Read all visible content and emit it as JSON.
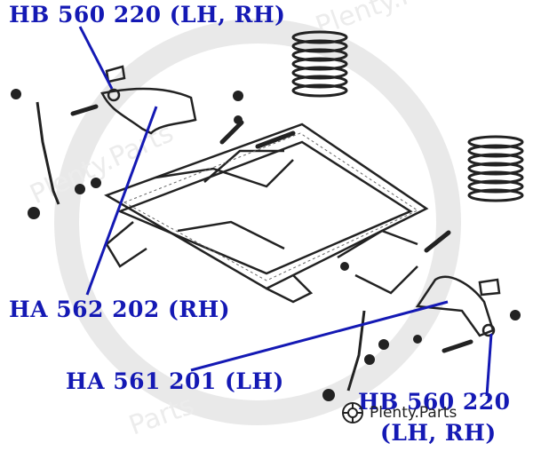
{
  "colors": {
    "label": "#1419b4",
    "line": "#1419b4",
    "drawing": "#222222",
    "watermark": "#e6e6e6"
  },
  "labels": {
    "top": "HB 560 220 (LH, RH)",
    "rh": "HA 562 202 (RH)",
    "lh": "HA 561 201 (LH)",
    "bottom_right_line1": "HB 560 220",
    "bottom_right_line2": "(LH, RH)"
  },
  "logo": {
    "text": "Plenty.Parts",
    "icon": "gear-logo-icon"
  }
}
